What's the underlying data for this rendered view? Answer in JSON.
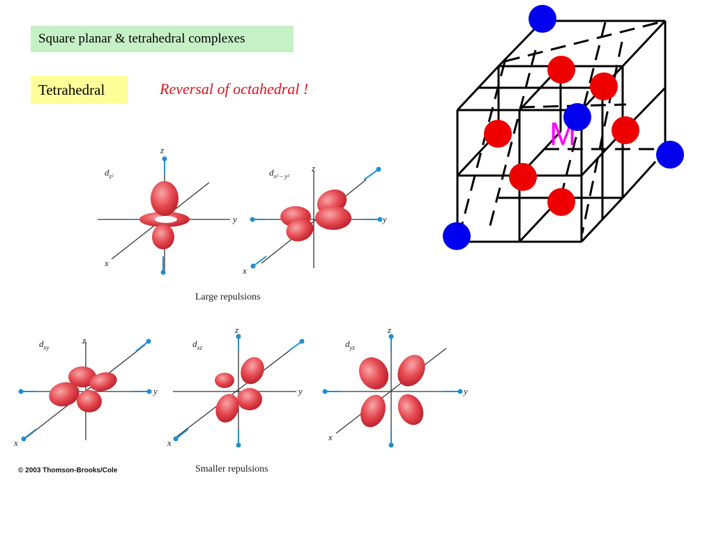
{
  "title": "Square planar & tetrahedral complexes",
  "subtitle": "Tetrahedral",
  "note": "Reversal of octahedral !",
  "top_caption": "Large repulsions",
  "bottom_caption": "Smaller repulsions",
  "copyright": "© 2003 Thomson-Brooks/Cole",
  "metal_label": "M",
  "orbitals": {
    "dz2": {
      "sub": "z²"
    },
    "dx2y2": {
      "sub": "x² – y²"
    },
    "dxy": {
      "sub": "xy"
    },
    "dxz": {
      "sub": "xz"
    },
    "dyz": {
      "sub": "yz"
    }
  },
  "axes": {
    "x": "x",
    "y": "y",
    "z": "z",
    "d": "d"
  },
  "colors": {
    "ligand_blue": "#0000ee",
    "ligand_red": "#ee0000",
    "lobe": "#e8474f",
    "metal": "#ff00ff",
    "arrow": "#1d8fd0"
  }
}
